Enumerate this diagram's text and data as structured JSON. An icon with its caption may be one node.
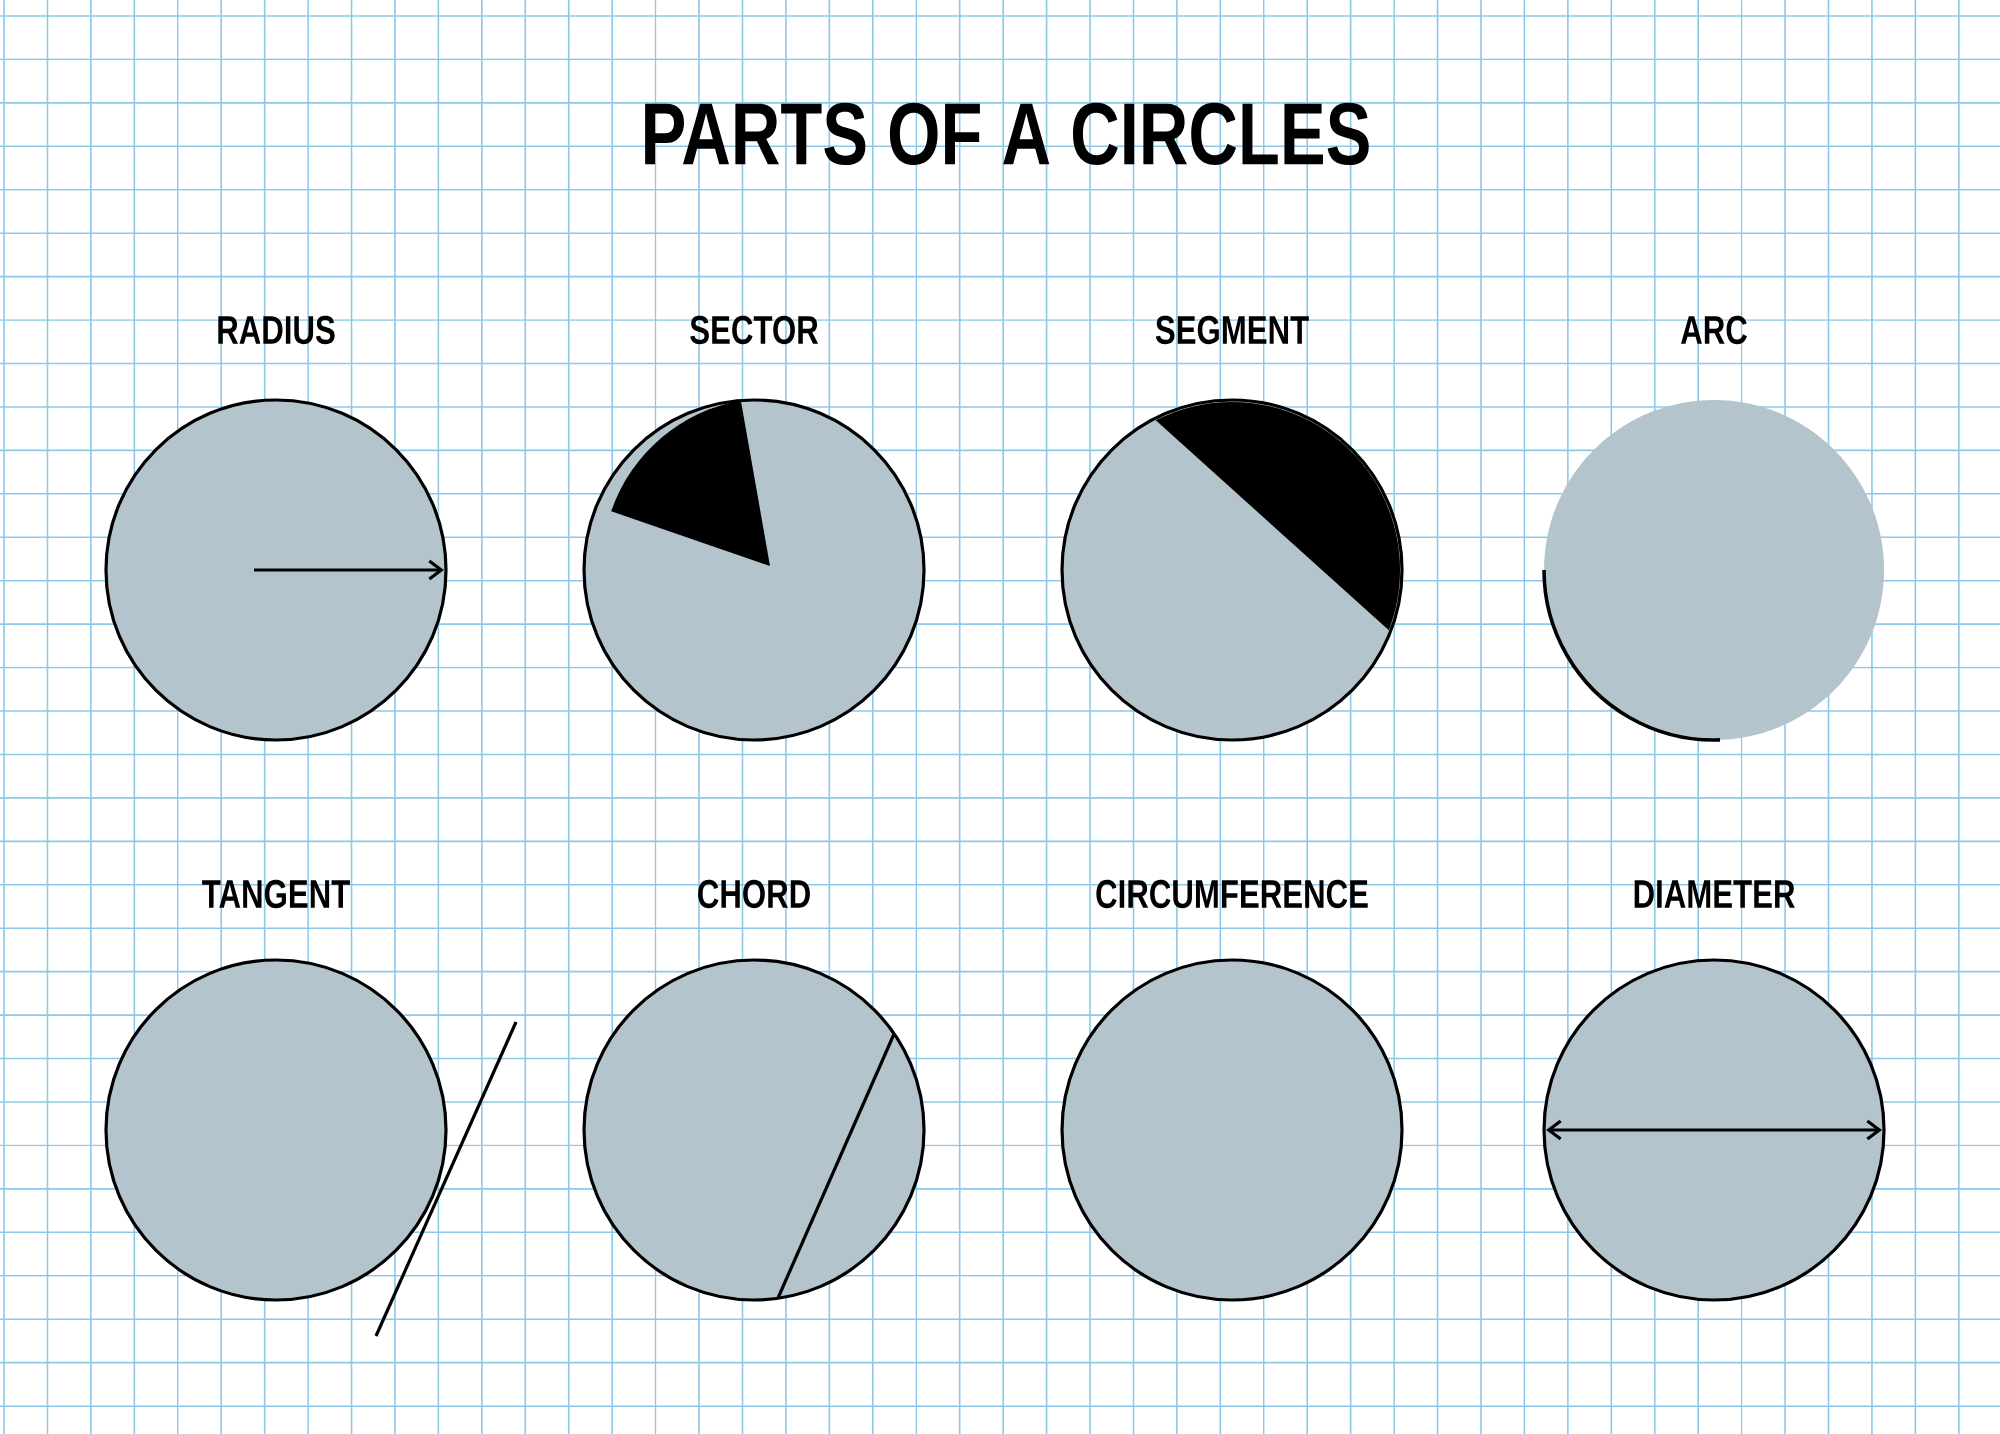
{
  "diagram": {
    "title": "PARTS OF A CIRCLES",
    "nodes": [
      {
        "text": [
          "RADIUS"
        ]
      },
      {
        "text": [
          "SECTOR"
        ]
      },
      {
        "text": [
          "SEGMENT"
        ]
      },
      {
        "text": [
          "ARC"
        ]
      },
      {
        "text": [
          "TANGENT"
        ]
      },
      {
        "text": [
          "CHORD"
        ]
      },
      {
        "text": [
          "CIRCUMFERENCE"
        ]
      },
      {
        "text": [
          "DIAMETER"
        ]
      }
    ]
  }
}
